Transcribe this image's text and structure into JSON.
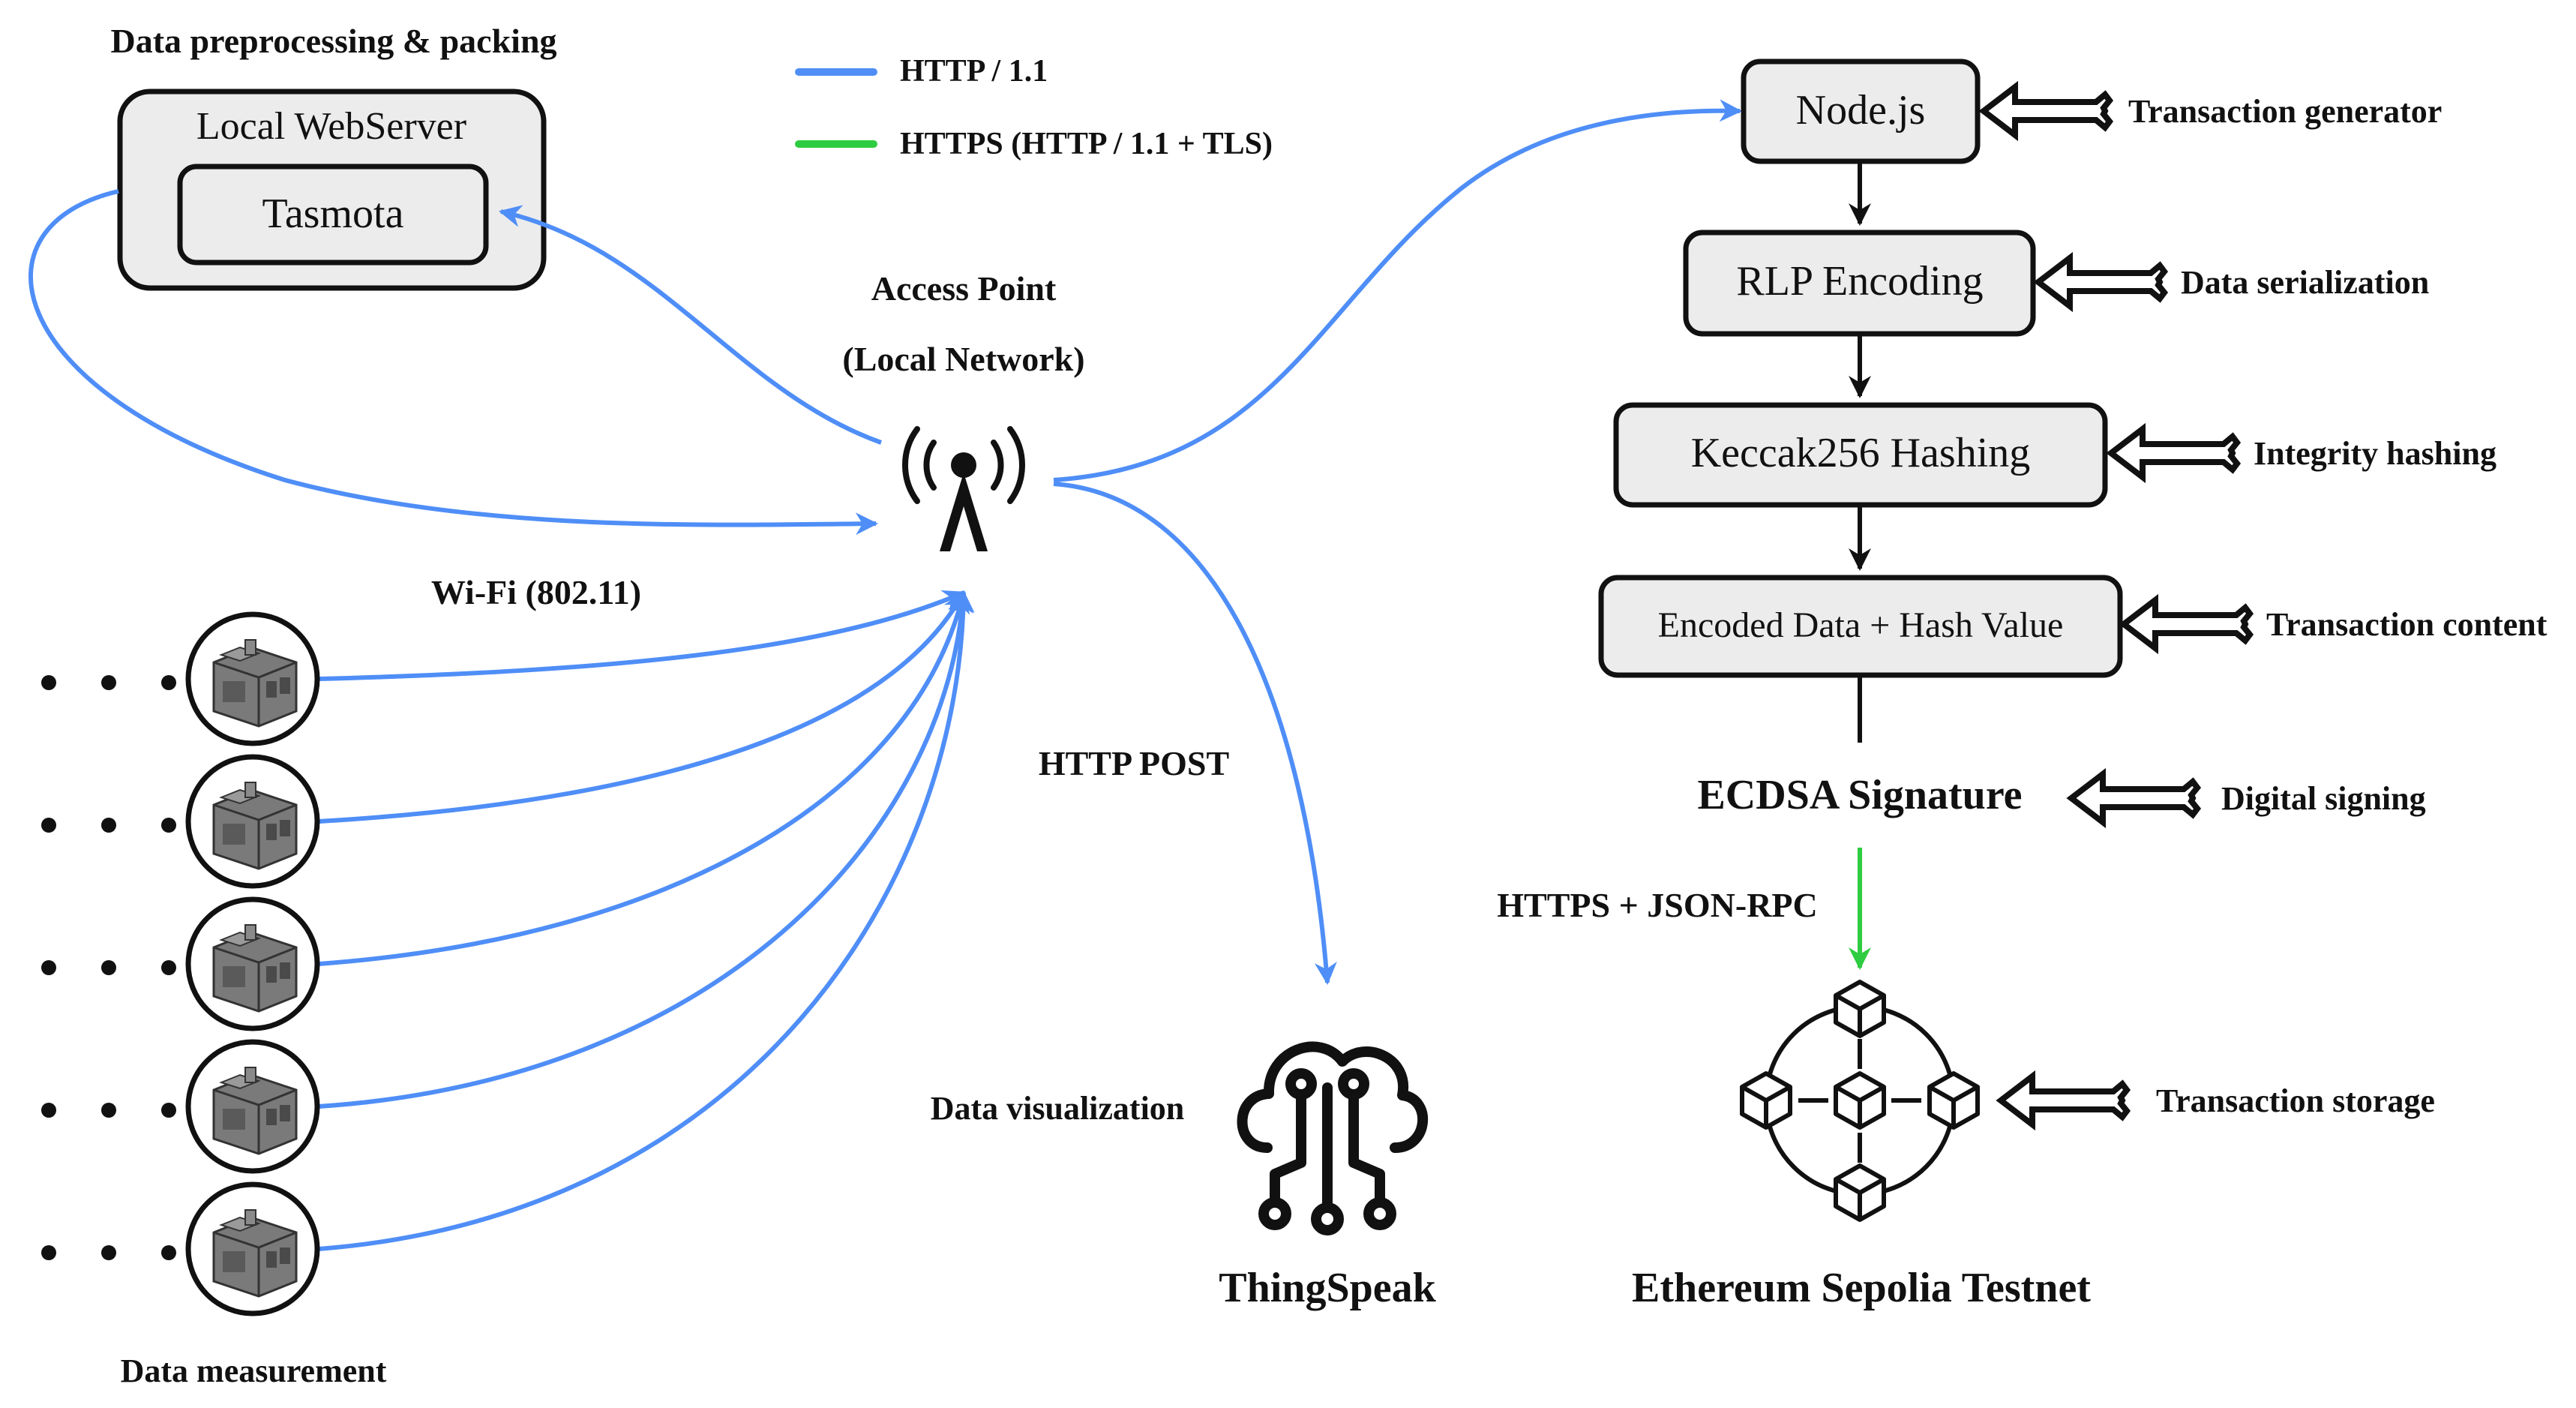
{
  "legend": {
    "http": {
      "label": "HTTP / 1.1",
      "color": "#4f8ef7"
    },
    "https": {
      "label": "HTTPS (HTTP / 1.1 + TLS)",
      "color": "#2ecc40"
    }
  },
  "local": {
    "caption": "Data preprocessing & packing",
    "webserver_label": "Local WebServer",
    "tasmota_label": "Tasmota"
  },
  "access_point": {
    "line1": "Access Point",
    "line2": "(Local Network)",
    "icon": "antenna-tower-icon"
  },
  "wifi_label": "Wi-Fi (802.11)",
  "devices": {
    "count": 5,
    "icon": "smart-plug-device-icon",
    "caption": "Data measurement"
  },
  "http_post_label": "HTTP POST",
  "thingspeak": {
    "name": "ThingSpeak",
    "side_label": "Data visualization",
    "icon": "cloud-circuit-icon"
  },
  "pipeline": {
    "steps": [
      {
        "box": "Node.js",
        "note": "Transaction generator"
      },
      {
        "box": "RLP Encoding",
        "note": "Data serialization"
      },
      {
        "box": "Keccak256 Hashing",
        "note": "Integrity hashing"
      },
      {
        "box": "Encoded Data + Hash Value",
        "note": "Transaction content"
      }
    ],
    "signature": {
      "label": "ECDSA Signature",
      "note": "Digital signing"
    },
    "rpc_label": "HTTPS + JSON-RPC",
    "storage_note": "Transaction storage",
    "network_name": "Ethereum Sepolia Testnet",
    "network_icon": "blockchain-network-icon"
  },
  "colors": {
    "blue": "#4f8ef7",
    "green": "#2ecc40",
    "box_fill": "#ececec",
    "ink": "#111111"
  }
}
